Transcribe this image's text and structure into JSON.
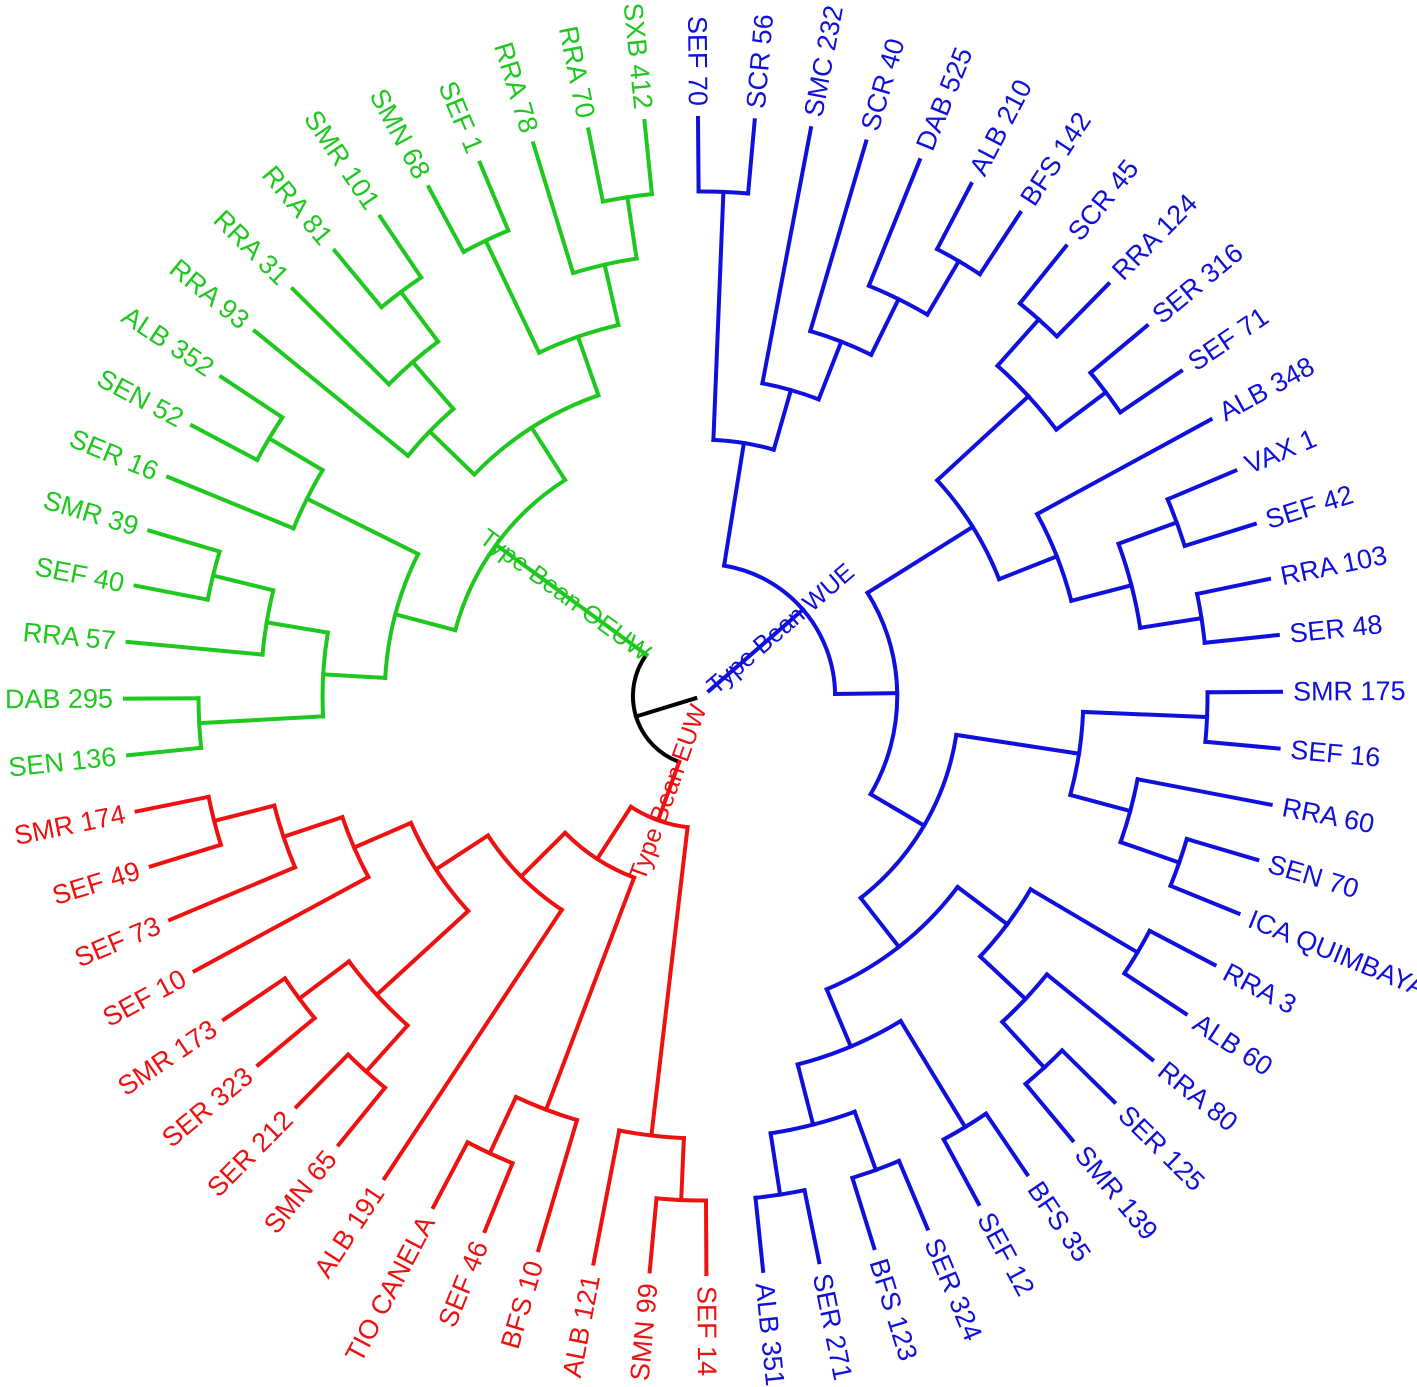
{
  "colors": {
    "WUE": "#1010dd",
    "OEUW": "#1ec81e",
    "EUW": "#ee1111",
    "root": "#000000"
  },
  "groups": {
    "WUE": {
      "label": "Type Bean WUE"
    },
    "OEUW": {
      "label": "Type Bean OEUW"
    },
    "EUW": {
      "label": "Type Bean EUW"
    }
  },
  "leaves": [
    {
      "label": "SEF 70",
      "group": "WUE"
    },
    {
      "label": "SCR 56",
      "group": "WUE"
    },
    {
      "label": "SMC 232",
      "group": "WUE"
    },
    {
      "label": "SCR 40",
      "group": "WUE"
    },
    {
      "label": "DAB 525",
      "group": "WUE"
    },
    {
      "label": "ALB 210",
      "group": "WUE"
    },
    {
      "label": "BFS 142",
      "group": "WUE"
    },
    {
      "label": "SCR 45",
      "group": "WUE"
    },
    {
      "label": "RRA 124",
      "group": "WUE"
    },
    {
      "label": "SER 316",
      "group": "WUE"
    },
    {
      "label": "SEF 71",
      "group": "WUE"
    },
    {
      "label": "ALB 348",
      "group": "WUE"
    },
    {
      "label": "VAX 1",
      "group": "WUE"
    },
    {
      "label": "SEF 42",
      "group": "WUE"
    },
    {
      "label": "RRA 103",
      "group": "WUE"
    },
    {
      "label": "SER 48",
      "group": "WUE"
    },
    {
      "label": "SMR 175",
      "group": "WUE"
    },
    {
      "label": "SEF 16",
      "group": "WUE"
    },
    {
      "label": "RRA 60",
      "group": "WUE"
    },
    {
      "label": "SEN 70",
      "group": "WUE"
    },
    {
      "label": "ICA QUIMBAYA",
      "group": "WUE"
    },
    {
      "label": "RRA 3",
      "group": "WUE"
    },
    {
      "label": "ALB 60",
      "group": "WUE"
    },
    {
      "label": "RRA 80",
      "group": "WUE"
    },
    {
      "label": "SER 125",
      "group": "WUE"
    },
    {
      "label": "SMR 139",
      "group": "WUE"
    },
    {
      "label": "BFS 35",
      "group": "WUE"
    },
    {
      "label": "SEF 12",
      "group": "WUE"
    },
    {
      "label": "SER 324",
      "group": "WUE"
    },
    {
      "label": "BFS 123",
      "group": "WUE"
    },
    {
      "label": "SER 271",
      "group": "WUE"
    },
    {
      "label": "ALB 351",
      "group": "WUE"
    },
    {
      "label": "SEF 14",
      "group": "EUW"
    },
    {
      "label": "SMN 99",
      "group": "EUW"
    },
    {
      "label": "ALB 121",
      "group": "EUW"
    },
    {
      "label": "BFS 10",
      "group": "EUW"
    },
    {
      "label": "SEF 46",
      "group": "EUW"
    },
    {
      "label": "TIO CANELA",
      "group": "EUW"
    },
    {
      "label": "ALB 191",
      "group": "EUW"
    },
    {
      "label": "SMN 65",
      "group": "EUW"
    },
    {
      "label": "SER 212",
      "group": "EUW"
    },
    {
      "label": "SER 323",
      "group": "EUW"
    },
    {
      "label": "SMR 173",
      "group": "EUW"
    },
    {
      "label": "SEF 10",
      "group": "EUW"
    },
    {
      "label": "SEF 73",
      "group": "EUW"
    },
    {
      "label": "SEF 49",
      "group": "EUW"
    },
    {
      "label": "SMR 174",
      "group": "EUW"
    },
    {
      "label": "SEN 136",
      "group": "OEUW"
    },
    {
      "label": "DAB 295",
      "group": "OEUW"
    },
    {
      "label": "RRA 57",
      "group": "OEUW"
    },
    {
      "label": "SEF 40",
      "group": "OEUW"
    },
    {
      "label": "SMR 39",
      "group": "OEUW"
    },
    {
      "label": "SER 16",
      "group": "OEUW"
    },
    {
      "label": "SEN 52",
      "group": "OEUW"
    },
    {
      "label": "ALB 352",
      "group": "OEUW"
    },
    {
      "label": "RRA 93",
      "group": "OEUW"
    },
    {
      "label": "RRA 31",
      "group": "OEUW"
    },
    {
      "label": "RRA 81",
      "group": "OEUW"
    },
    {
      "label": "SMR 101",
      "group": "OEUW"
    },
    {
      "label": "SMN 68",
      "group": "OEUW"
    },
    {
      "label": "SEF 1",
      "group": "OEUW"
    },
    {
      "label": "RRA 78",
      "group": "OEUW"
    },
    {
      "label": "RRA 70",
      "group": "OEUW"
    },
    {
      "label": "SXB 412",
      "group": "OEUW"
    }
  ],
  "tree": {
    "children": [
      {
        "group": "WUE",
        "children": [
          {
            "children": [
              {
                "children": [
                  {
                    "leaf": "SEF 70"
                  },
                  {
                    "leaf": "SCR 56"
                  }
                ]
              },
              {
                "children": [
                  {
                    "leaf": "SMC 232"
                  },
                  {
                    "children": [
                      {
                        "leaf": "SCR 40"
                      },
                      {
                        "children": [
                          {
                            "leaf": "DAB 525"
                          },
                          {
                            "children": [
                              {
                                "leaf": "ALB 210"
                              },
                              {
                                "leaf": "BFS 142"
                              }
                            ]
                          }
                        ]
                      }
                    ]
                  }
                ]
              }
            ]
          },
          {
            "children": [
              {
                "children": [
                  {
                    "children": [
                      {
                        "children": [
                          {
                            "leaf": "SCR 45"
                          },
                          {
                            "leaf": "RRA 124"
                          }
                        ]
                      },
                      {
                        "children": [
                          {
                            "leaf": "SER 316"
                          },
                          {
                            "leaf": "SEF 71"
                          }
                        ]
                      }
                    ]
                  },
                  {
                    "children": [
                      {
                        "leaf": "ALB 348"
                      },
                      {
                        "children": [
                          {
                            "children": [
                              {
                                "leaf": "VAX 1"
                              },
                              {
                                "leaf": "SEF 42"
                              }
                            ]
                          },
                          {
                            "children": [
                              {
                                "leaf": "RRA 103"
                              },
                              {
                                "leaf": "SER 48"
                              }
                            ]
                          }
                        ]
                      }
                    ]
                  }
                ]
              },
              {
                "children": [
                  {
                    "children": [
                      {
                        "children": [
                          {
                            "leaf": "SMR 175"
                          },
                          {
                            "leaf": "SEF 16"
                          }
                        ]
                      },
                      {
                        "children": [
                          {
                            "leaf": "RRA 60"
                          },
                          {
                            "children": [
                              {
                                "leaf": "SEN 70"
                              },
                              {
                                "leaf": "ICA QUIMBAYA"
                              }
                            ]
                          }
                        ]
                      }
                    ]
                  },
                  {
                    "children": [
                      {
                        "children": [
                          {
                            "children": [
                              {
                                "leaf": "RRA 3"
                              },
                              {
                                "leaf": "ALB 60"
                              }
                            ]
                          },
                          {
                            "children": [
                              {
                                "leaf": "RRA 80"
                              },
                              {
                                "children": [
                                  {
                                    "leaf": "SER 125"
                                  },
                                  {
                                    "leaf": "SMR 139"
                                  }
                                ]
                              }
                            ]
                          }
                        ]
                      },
                      {
                        "children": [
                          {
                            "children": [
                              {
                                "leaf": "BFS 35"
                              },
                              {
                                "leaf": "SEF 12"
                              }
                            ]
                          },
                          {
                            "children": [
                              {
                                "children": [
                                  {
                                    "leaf": "SER 324"
                                  },
                                  {
                                    "leaf": "BFS 123"
                                  }
                                ]
                              },
                              {
                                "children": [
                                  {
                                    "leaf": "SER 271"
                                  },
                                  {
                                    "leaf": "ALB 351"
                                  }
                                ]
                              }
                            ]
                          }
                        ]
                      }
                    ]
                  }
                ]
              }
            ]
          }
        ]
      },
      {
        "children": [
          {
            "group": "EUW",
            "children": [
              {
                "children": [
                  {
                    "children": [
                      {
                        "leaf": "SEF 14"
                      },
                      {
                        "leaf": "SMN 99"
                      }
                    ]
                  },
                  {
                    "leaf": "ALB 121"
                  }
                ]
              },
              {
                "children": [
                  {
                    "children": [
                      {
                        "leaf": "BFS 10"
                      },
                      {
                        "children": [
                          {
                            "leaf": "SEF 46"
                          },
                          {
                            "leaf": "TIO CANELA"
                          }
                        ]
                      }
                    ]
                  },
                  {
                    "children": [
                      {
                        "leaf": "ALB 191"
                      },
                      {
                        "children": [
                          {
                            "children": [
                              {
                                "children": [
                                  {
                                    "leaf": "SMN 65"
                                  },
                                  {
                                    "leaf": "SER 212"
                                  }
                                ]
                              },
                              {
                                "children": [
                                  {
                                    "leaf": "SER 323"
                                  },
                                  {
                                    "leaf": "SMR 173"
                                  }
                                ]
                              }
                            ]
                          },
                          {
                            "children": [
                              {
                                "leaf": "SEF 10"
                              },
                              {
                                "children": [
                                  {
                                    "leaf": "SEF 73"
                                  },
                                  {
                                    "children": [
                                      {
                                        "leaf": "SEF 49"
                                      },
                                      {
                                        "leaf": "SMR 174"
                                      }
                                    ]
                                  }
                                ]
                              }
                            ]
                          }
                        ]
                      }
                    ]
                  }
                ]
              }
            ]
          },
          {
            "group": "OEUW",
            "children": [
              {
                "children": [
                  {
                    "children": [
                      {
                        "children": [
                          {
                            "leaf": "SEN 136"
                          },
                          {
                            "leaf": "DAB 295"
                          }
                        ]
                      },
                      {
                        "children": [
                          {
                            "leaf": "RRA 57"
                          },
                          {
                            "children": [
                              {
                                "leaf": "SEF 40"
                              },
                              {
                                "leaf": "SMR 39"
                              }
                            ]
                          }
                        ]
                      }
                    ]
                  },
                  {
                    "children": [
                      {
                        "leaf": "SER 16"
                      },
                      {
                        "children": [
                          {
                            "leaf": "SEN 52"
                          },
                          {
                            "leaf": "ALB 352"
                          }
                        ]
                      }
                    ]
                  }
                ]
              },
              {
                "children": [
                  {
                    "children": [
                      {
                        "leaf": "RRA 93"
                      },
                      {
                        "children": [
                          {
                            "leaf": "RRA 31"
                          },
                          {
                            "children": [
                              {
                                "leaf": "RRA 81"
                              },
                              {
                                "leaf": "SMR 101"
                              }
                            ]
                          }
                        ]
                      }
                    ]
                  },
                  {
                    "children": [
                      {
                        "children": [
                          {
                            "leaf": "SMN 68"
                          },
                          {
                            "leaf": "SEF 1"
                          }
                        ]
                      },
                      {
                        "children": [
                          {
                            "leaf": "RRA 78"
                          },
                          {
                            "children": [
                              {
                                "leaf": "RRA 70"
                              },
                              {
                                "leaf": "SXB 412"
                              }
                            ]
                          }
                        ]
                      }
                    ]
                  }
                ]
              }
            ]
          }
        ]
      }
    ]
  }
}
